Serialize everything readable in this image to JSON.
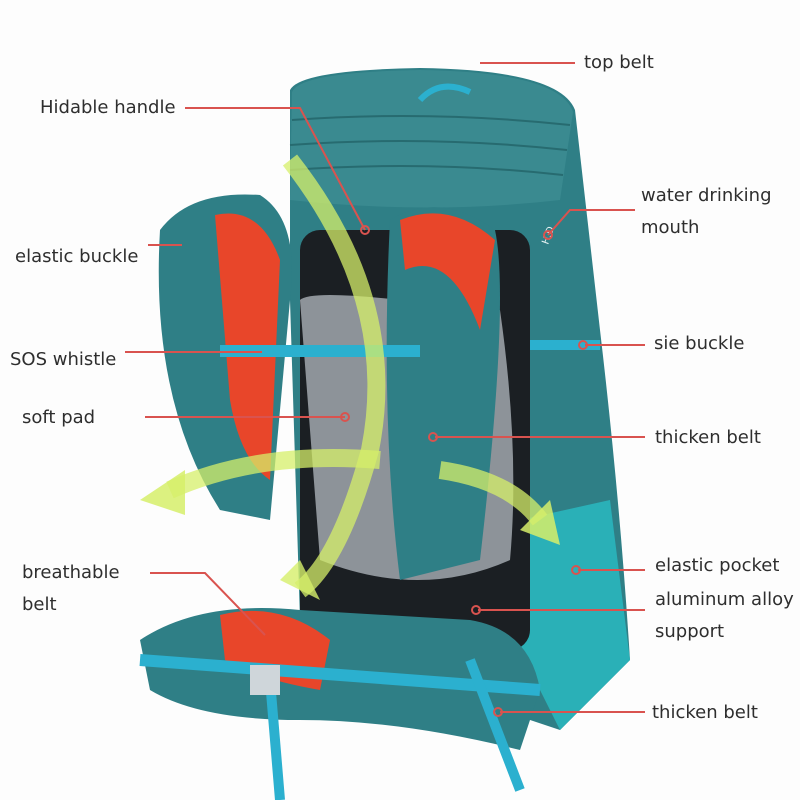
{
  "labels": {
    "top_belt": "top belt",
    "hidable_handle": "Hidable handle",
    "water_drinking_mouth_1": "water drinking",
    "water_drinking_mouth_2": "mouth",
    "elastic_buckle": "elastic buckle",
    "sie_buckle": "sie buckle",
    "sos_whistle": "SOS whistle",
    "soft_pad": "soft pad",
    "thicken_belt_upper": "thicken belt",
    "breathable_belt_1": "breathable",
    "breathable_belt_2": "belt",
    "elastic_pocket": "elastic pocket",
    "aluminum_support_1": "aluminum alloy",
    "aluminum_support_2": "support",
    "thicken_belt_lower": "thicken belt"
  },
  "product_logo": "H.D",
  "colors": {
    "leader": "#d9534f",
    "pack": "#2f7f86",
    "strap": "#2bb0cf",
    "pad": "#e8462a",
    "mesh": "#8d9399",
    "arrow": "#d6ef6a"
  }
}
